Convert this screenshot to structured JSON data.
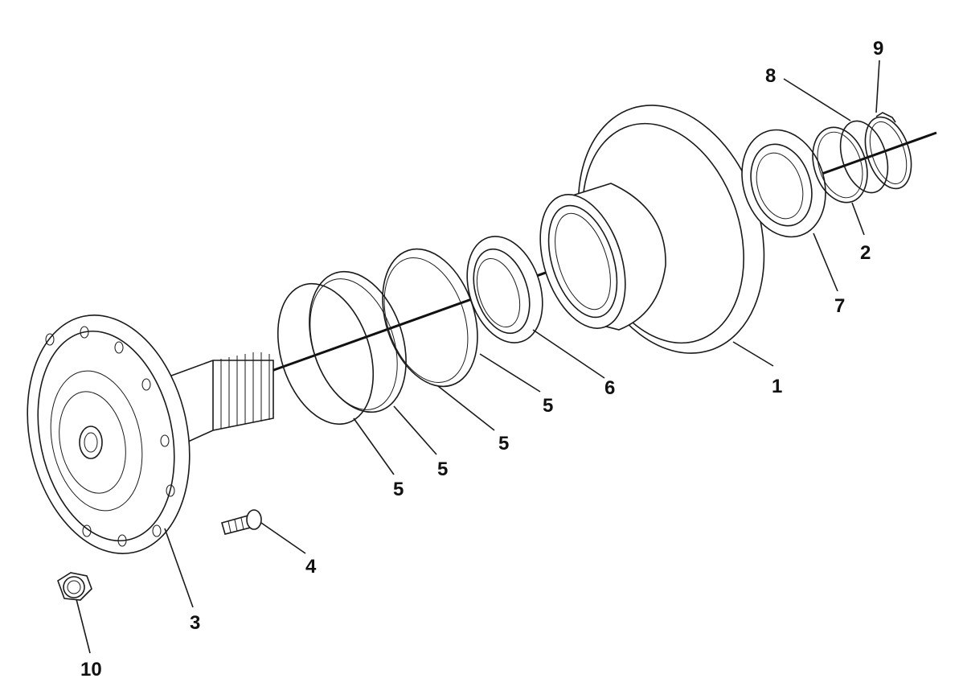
{
  "callouts": [
    {
      "id": "c1",
      "label": "1"
    },
    {
      "id": "c2",
      "label": "2"
    },
    {
      "id": "c3",
      "label": "3"
    },
    {
      "id": "c4",
      "label": "4"
    },
    {
      "id": "c5a",
      "label": "5"
    },
    {
      "id": "c5b",
      "label": "5"
    },
    {
      "id": "c5c",
      "label": "5"
    },
    {
      "id": "c5d",
      "label": "5"
    },
    {
      "id": "c6",
      "label": "6"
    },
    {
      "id": "c7",
      "label": "7"
    },
    {
      "id": "c8",
      "label": "8"
    },
    {
      "id": "c9",
      "label": "9"
    },
    {
      "id": "c10",
      "label": "10"
    }
  ]
}
